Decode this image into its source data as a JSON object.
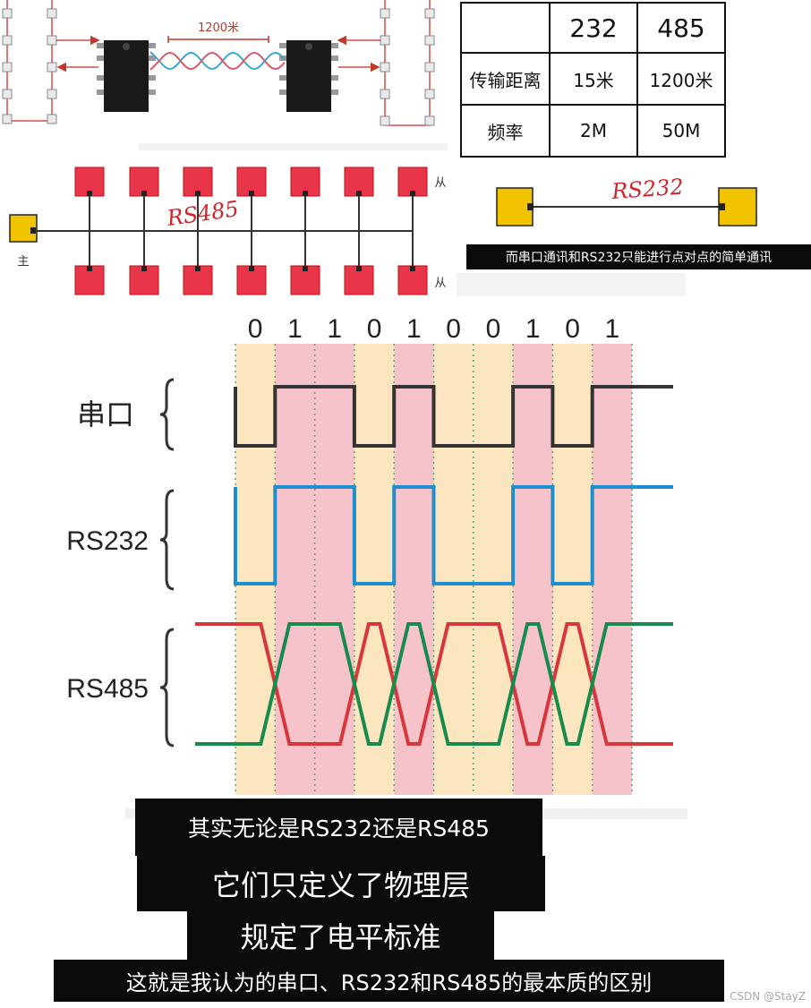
{
  "top_diagram": {
    "cable_length": "1200米"
  },
  "comparison_table": {
    "header": [
      "",
      "232",
      "485"
    ],
    "rows": [
      {
        "label": "传输距离",
        "v232": "15米",
        "v485": "1200米"
      },
      {
        "label": "频率",
        "v232": "2M",
        "v485": "50M"
      }
    ]
  },
  "rs485_topology": {
    "handwritten_label": "RS485",
    "master_label": "主",
    "slave_label": "从"
  },
  "rs232_topology": {
    "handwritten_label": "RS232",
    "caption": "而串口通讯和RS232只能进行点对点的简单通讯"
  },
  "waveform": {
    "bits": [
      "0",
      "1",
      "1",
      "0",
      "1",
      "0",
      "0",
      "1",
      "0",
      "1"
    ],
    "row_labels": [
      "串口",
      "RS232",
      "RS485"
    ],
    "colors": {
      "serial": "#333333",
      "rs232": "#1e8fce",
      "rs485_a": "#d7363c",
      "rs485_b": "#178a4e",
      "band_light": "#fce6bf",
      "band_pink": "#f6c3ca"
    }
  },
  "subtitles": [
    "其实无论是RS232还是RS485",
    "它们只定义了物理层",
    "规定了电平标准",
    "这就是我认为的串口、RS232和RS485的最本质的区别"
  ],
  "watermark": "CSDN @StayZ"
}
